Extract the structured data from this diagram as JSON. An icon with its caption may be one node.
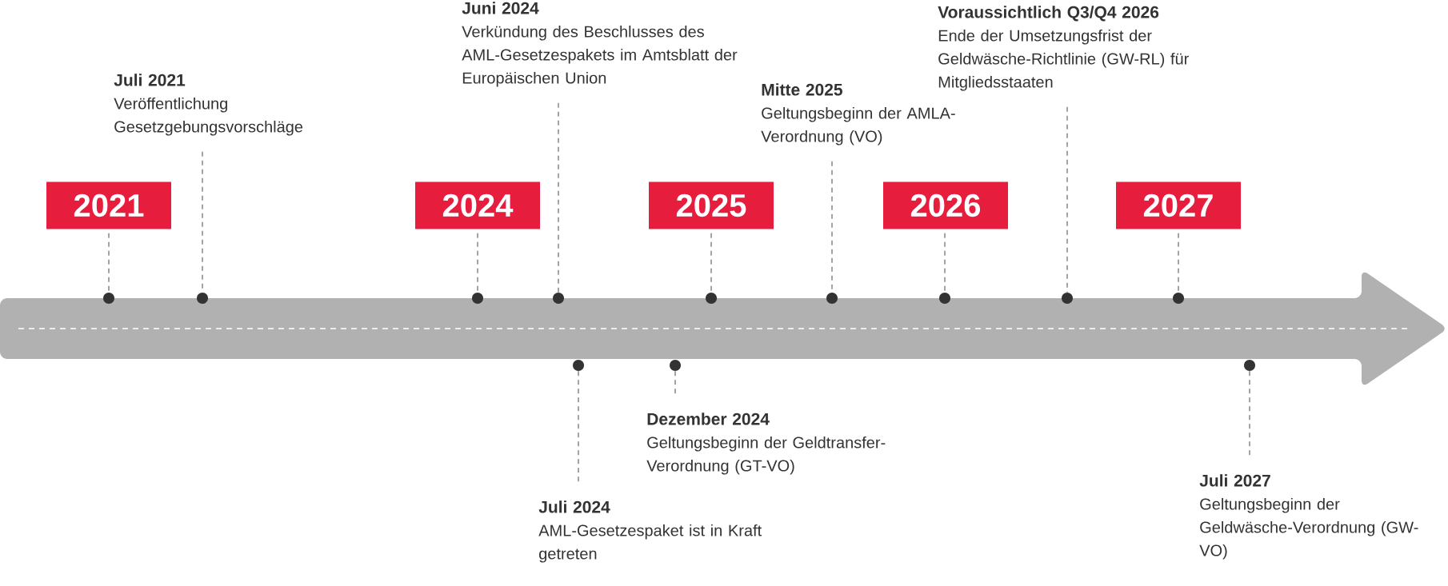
{
  "diagram": {
    "nodes": [
      {
        "text": [
          "Juli 2021",
          "Veröffentlichung Gesetzgebungsvorschläge"
        ]
      },
      {
        "text": [
          "Juni 2024",
          "Verkündung des Beschlusses des AML-Gesetzespakets im Amtsblatt der Europäischen Union"
        ]
      },
      {
        "text": [
          "Mitte 2025",
          "Geltungsbeginn der AMLA- Verordnung (VO)"
        ]
      },
      {
        "text": [
          "Voraussichtlich Q3/Q4 2026",
          "Ende der Umsetzungsfrist der Geldwäsche-Richtlinie (GW-RL) für Mitgliedsstaaten"
        ]
      },
      {
        "text": [
          "2021"
        ]
      },
      {
        "text": [
          "2024"
        ]
      },
      {
        "text": [
          "2025"
        ]
      },
      {
        "text": [
          "2026"
        ]
      },
      {
        "text": [
          "2027"
        ]
      },
      {
        "text": [],
        "shape": "circle"
      },
      {
        "text": [],
        "shape": "circle"
      },
      {
        "text": [],
        "shape": "circle"
      },
      {
        "text": [],
        "shape": "circle"
      },
      {
        "text": [],
        "shape": "circle"
      },
      {
        "text": [],
        "shape": "circle"
      },
      {
        "text": [],
        "shape": "circle"
      },
      {
        "text": [],
        "shape": "circle"
      },
      {
        "text": [],
        "shape": "circle"
      },
      {
        "text": [],
        "shape": "circle"
      },
      {
        "text": [],
        "shape": "circle"
      },
      {
        "text": [],
        "shape": "circle"
      },
      {
        "text": [
          "Dezember 2024",
          "Geltungsbeginn der Geldtransfer-Verordnung (GT-VO)"
        ]
      },
      {
        "text": [
          "Juli 2024",
          "AML-Gesetzespaket ist in Kraft getreten"
        ]
      },
      {
        "text": [
          "Juli 2027",
          "Geltungsbeginn der Geldwäsche-Verordnung (GW-VO)"
        ]
      }
    ],
    "edges": [
      {
        "from": 4,
        "to": 9,
        "arrow": "none"
      },
      {
        "from": 0,
        "to": 10,
        "arrow": "none"
      },
      {
        "from": 5,
        "to": 11,
        "arrow": "none"
      },
      {
        "from": 1,
        "to": 12,
        "arrow": "none"
      },
      {
        "from": 6,
        "to": 13,
        "arrow": "none"
      },
      {
        "from": 2,
        "to": 14,
        "arrow": "none"
      },
      {
        "from": 7,
        "to": 15,
        "arrow": "none"
      },
      {
        "from": 3,
        "to": 16,
        "arrow": "none"
      },
      {
        "from": 8,
        "to": 17,
        "arrow": "none"
      },
      {
        "from": 18,
        "to": 22,
        "arrow": "none"
      },
      {
        "from": 19,
        "to": 21,
        "arrow": "none"
      },
      {
        "from": 20,
        "to": 23,
        "arrow": "none"
      }
    ]
  }
}
